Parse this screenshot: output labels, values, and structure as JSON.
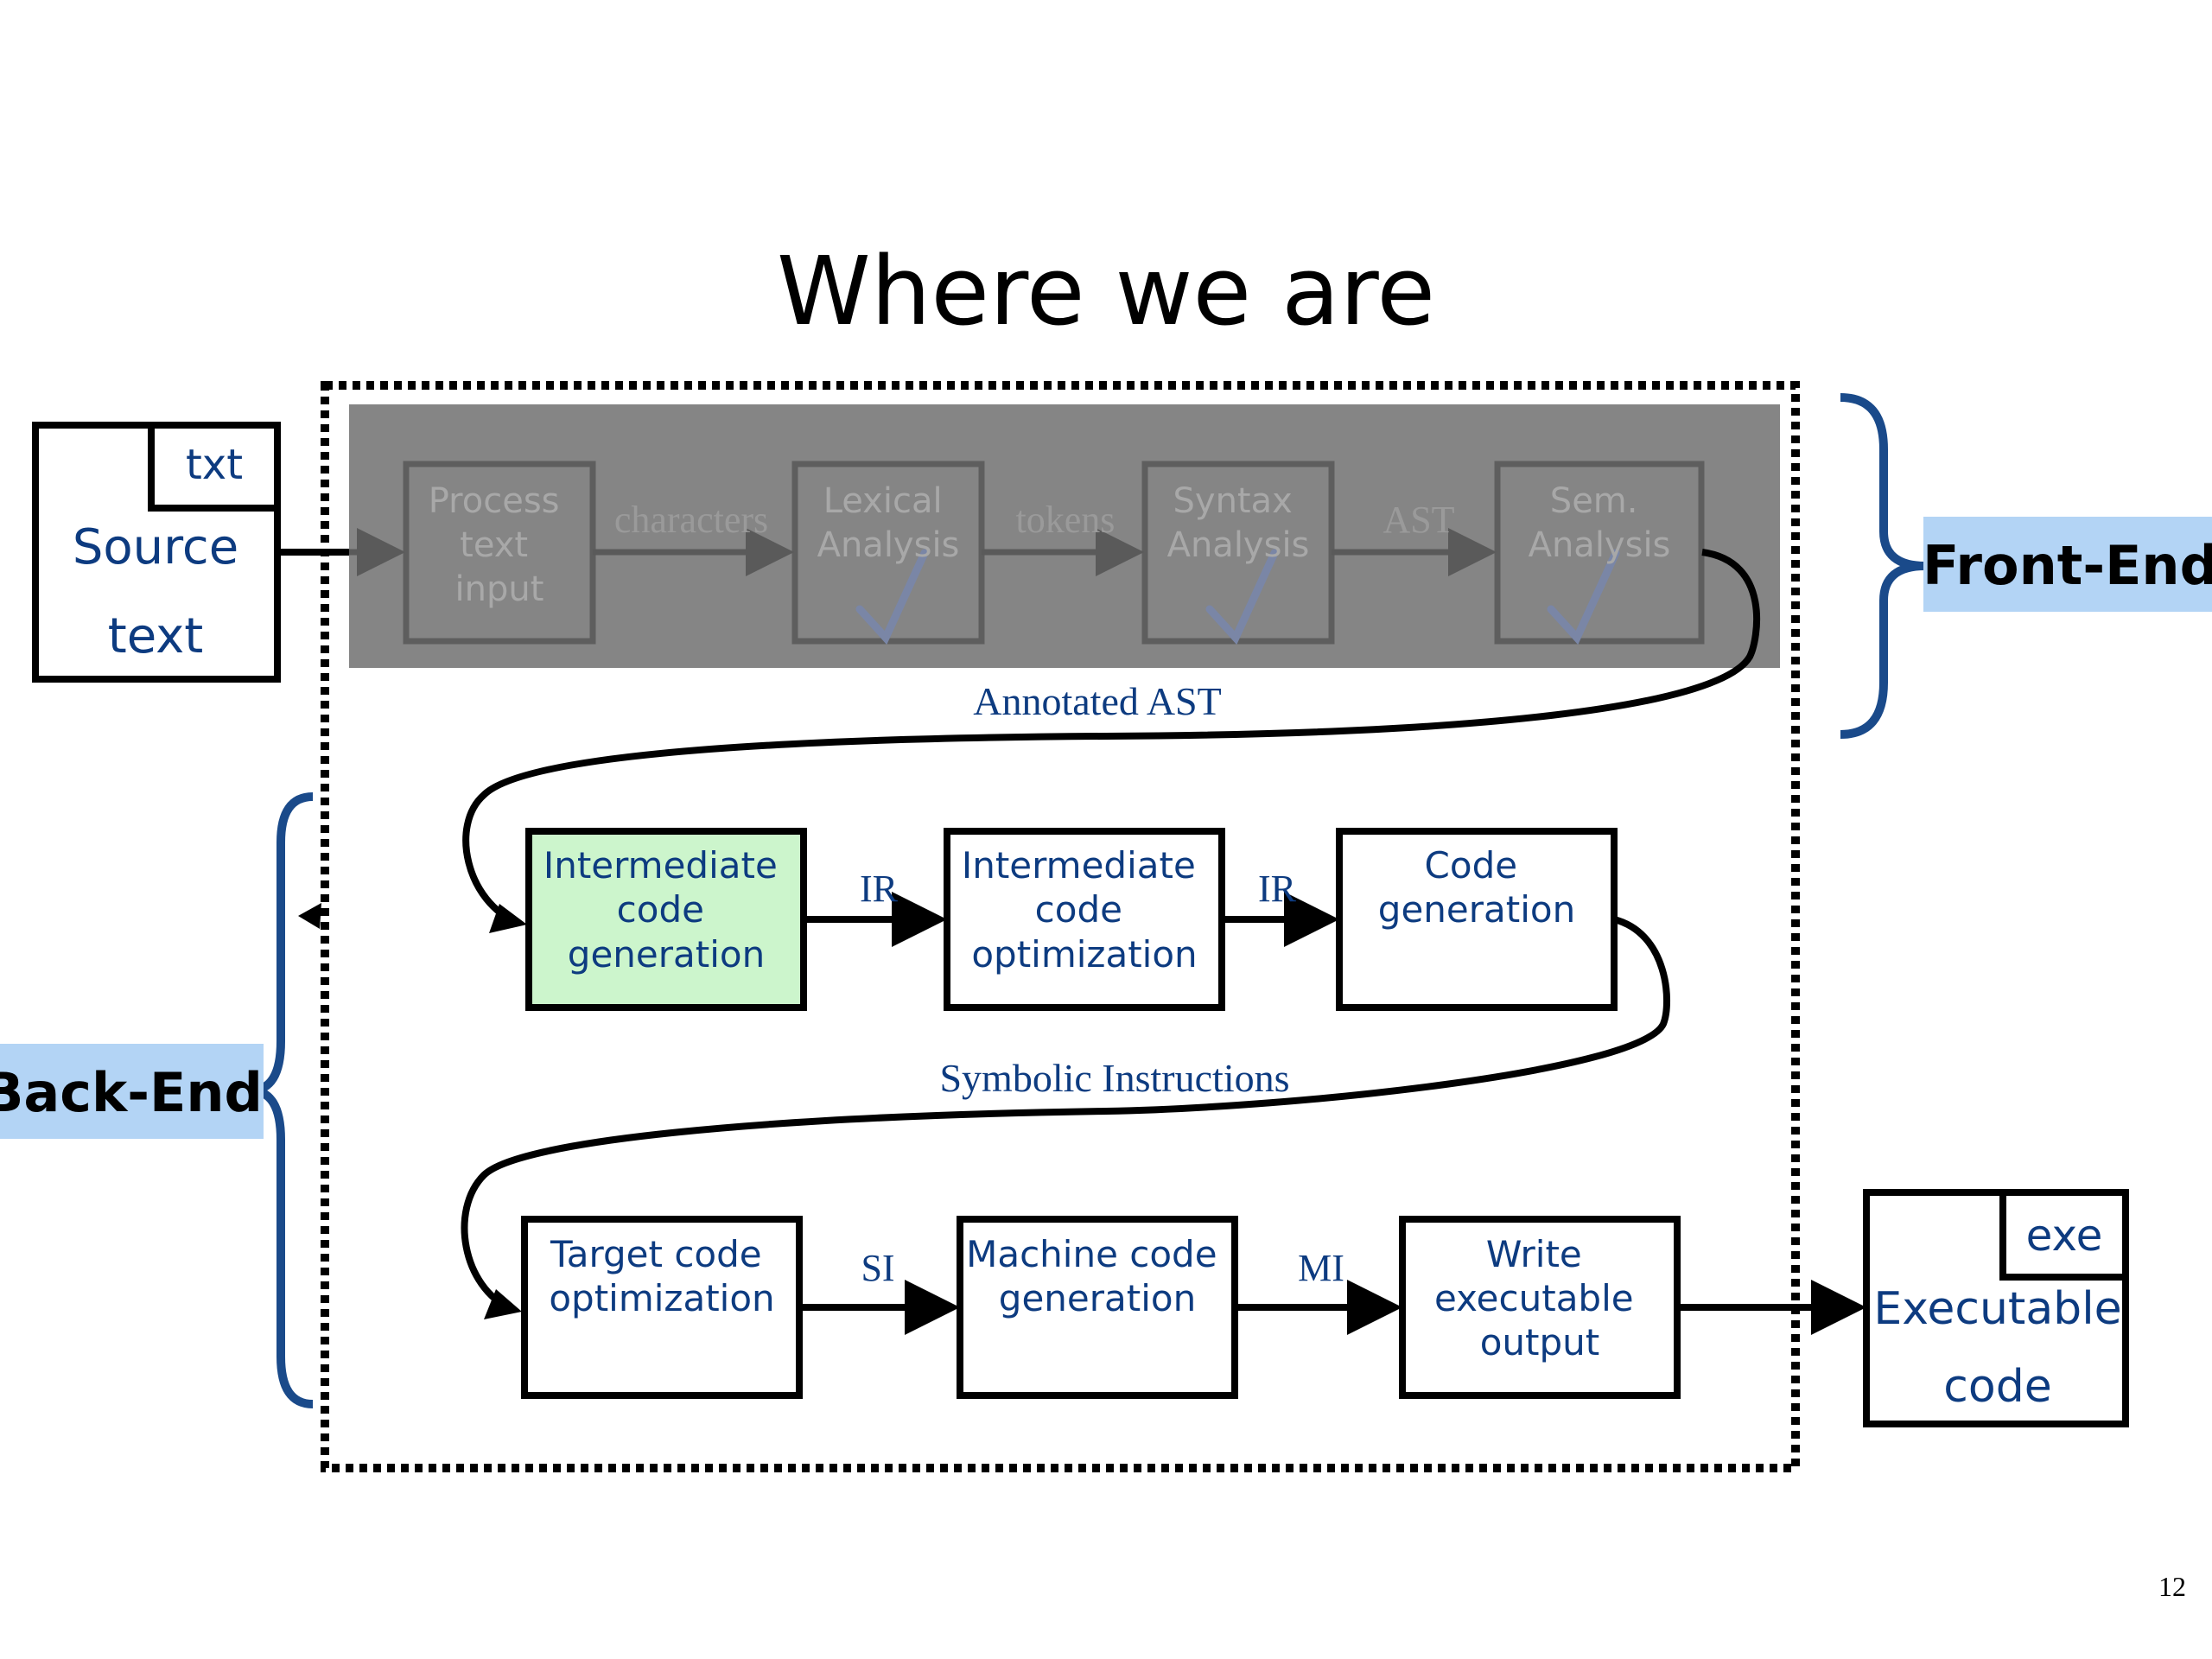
{
  "slide": {
    "title": "Where we are",
    "page_number": "12"
  },
  "colors": {
    "box_text": "#0d3b80",
    "bracket": "#1a4a8a",
    "label_bg": "#b3d4f5",
    "highlight_box": "#ccf5cc",
    "gray_overlay": "#858585",
    "faded_text": "#a8a8a8",
    "faded_label": "#9a9a9a",
    "faded_check": "#7a86a6"
  },
  "source": {
    "tag": "txt",
    "line1": "Source",
    "line2": "text"
  },
  "executable": {
    "tag": "exe",
    "line1": "Executable",
    "line2": "code"
  },
  "front_end": {
    "label": "Front-End",
    "stages": [
      {
        "lines": [
          "Process",
          "text",
          "input"
        ],
        "checked": false
      },
      {
        "lines": [
          "Lexical",
          "Analysis"
        ],
        "checked": true
      },
      {
        "lines": [
          "Syntax",
          "Analysis"
        ],
        "checked": true
      },
      {
        "lines": [
          "Sem.",
          "Analysis"
        ],
        "checked": true
      }
    ],
    "edge_labels": [
      "characters",
      "tokens",
      "AST"
    ]
  },
  "annotated_ast_label": "Annotated AST",
  "back_end": {
    "label": "Back-End",
    "row1": {
      "stages": [
        {
          "lines": [
            "Intermediate",
            "code",
            "generation"
          ],
          "highlighted": true
        },
        {
          "lines": [
            "Intermediate",
            "code",
            "optimization"
          ],
          "highlighted": false
        },
        {
          "lines": [
            "Code",
            "generation"
          ],
          "highlighted": false
        }
      ],
      "edge_labels": [
        "IR",
        "IR"
      ]
    },
    "symbolic_label": "Symbolic Instructions",
    "row2": {
      "stages": [
        {
          "lines": [
            "Target code",
            "optimization"
          ]
        },
        {
          "lines": [
            "Machine code",
            "generation"
          ]
        },
        {
          "lines": [
            "Write",
            "executable",
            "output"
          ]
        }
      ],
      "edge_labels": [
        "SI",
        "MI"
      ]
    }
  }
}
